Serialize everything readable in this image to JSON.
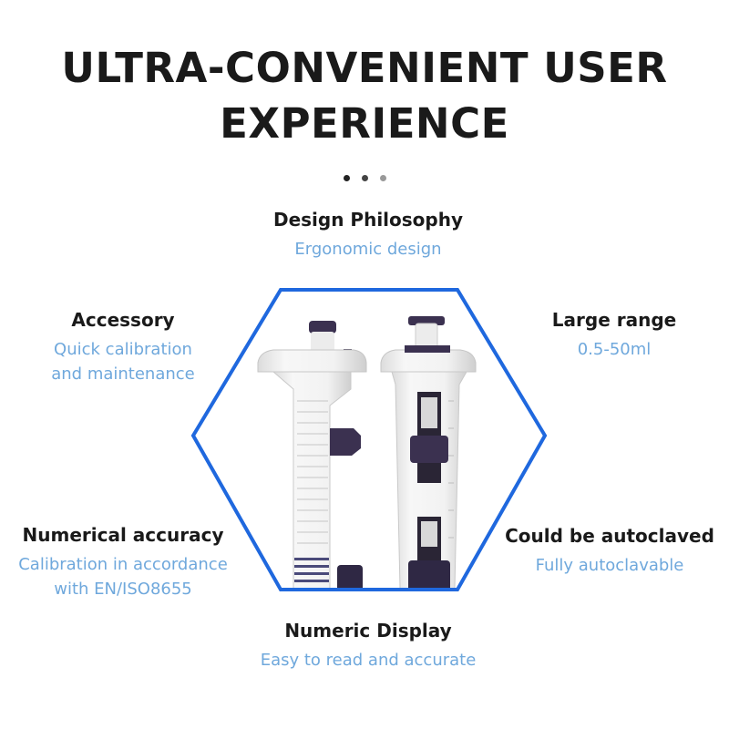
{
  "heading": {
    "line1": "ULTRA-CONVENIENT USER",
    "line2": "EXPERIENCE"
  },
  "colors": {
    "accent": "#1f68de",
    "subtext": "#6fa8dc",
    "heading": "#1a1a1a",
    "knob": "#3b3150"
  },
  "features": {
    "top": {
      "title": "Design Philosophy",
      "lines": [
        "Ergonomic design"
      ]
    },
    "upper_left": {
      "title": "Accessory",
      "lines": [
        "Quick calibration",
        "and maintenance"
      ]
    },
    "upper_right": {
      "title": "Large range",
      "lines": [
        "0.5-50ml"
      ]
    },
    "lower_left": {
      "title": "Numerical accuracy",
      "lines": [
        "Calibration in accordance",
        "with EN/ISO8655"
      ]
    },
    "lower_right": {
      "title": "Could be autoclaved",
      "lines": [
        "Fully autoclavable"
      ]
    },
    "bottom": {
      "title": "Numeric Display",
      "lines": [
        "Easy to read and accurate"
      ]
    }
  },
  "carousel": {
    "count": 3,
    "active": 2
  }
}
